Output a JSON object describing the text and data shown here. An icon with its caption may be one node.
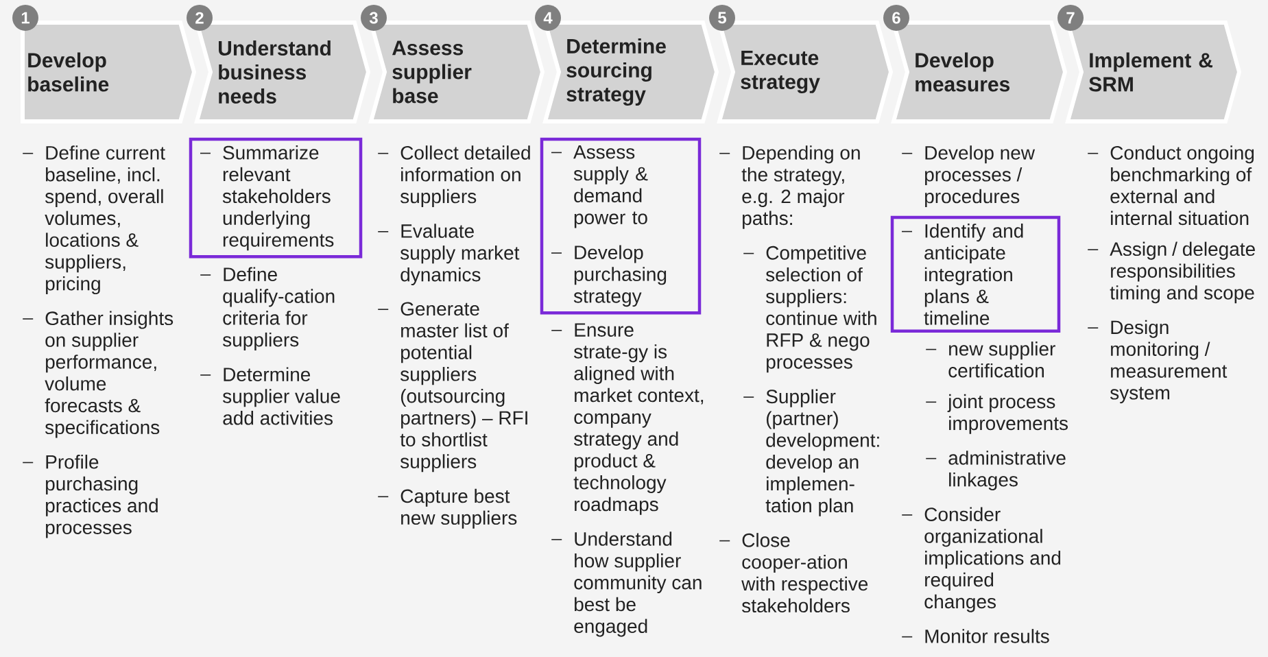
{
  "diagram": {
    "nodes": [
      {
        "text": [
          "Develop baseline"
        ],
        "beside": [
          "1"
        ]
      },
      {
        "text": [
          "Understand business needs"
        ],
        "beside": [
          "2"
        ]
      },
      {
        "text": [
          "Assess supplier base"
        ],
        "beside": [
          "3"
        ]
      },
      {
        "text": [
          "Determine sourcing strategy"
        ],
        "beside": [
          "4"
        ]
      },
      {
        "text": [
          "Execute strategy"
        ],
        "beside": [
          "5"
        ]
      },
      {
        "text": [
          "Develop measures"
        ],
        "beside": [
          "6"
        ]
      },
      {
        "text": [
          "Implement & SRM"
        ],
        "beside": [
          "7"
        ]
      },
      {
        "text": [
          "Summarize relevant stakeholders underlying requirements"
        ]
      },
      {
        "text": [
          "Assess supply & demand power to",
          "Develop purchasing strategy"
        ]
      },
      {
        "text": [
          "Identify and anticipate integration plans & timeline"
        ]
      }
    ],
    "labels": [
      "Define current baseline, incl. spend, overall volumes, locations & suppliers, pricing",
      "Gather insights on supplier performance, volume forecasts & specifications",
      "Profile purchasing practices and processes",
      "Define qualify-cation criteria for suppliers",
      "Determine supplier value add activities",
      "Collect detailed information on suppliers",
      "Evaluate supply market dynamics",
      "Generate master list of potential suppliers (outsourcing partners) – RFI to shortlist suppliers",
      "Capture best new suppliers",
      "Ensure strate-gy is aligned with market context, company strategy and product & technology roadmaps",
      "Understand how supplier community can best be engaged",
      "Depending on the strategy, e.g. 2 major paths:",
      "Competitive selection of suppliers: continue with RFP & nego processes",
      "Supplier (partner) development: develop an implemen-tation plan",
      "Close cooper-ation with respective stakeholders",
      "Develop new processes / procedures",
      "new supplier certification",
      "joint process improvements",
      "administrative linkages",
      "Consider organizational implications and required changes",
      "Monitor results",
      "Conduct ongoing benchmarking of external and internal situation",
      "Assign / delegate responsibilities timing and scope",
      "Design monitoring / measurement system"
    ]
  }
}
